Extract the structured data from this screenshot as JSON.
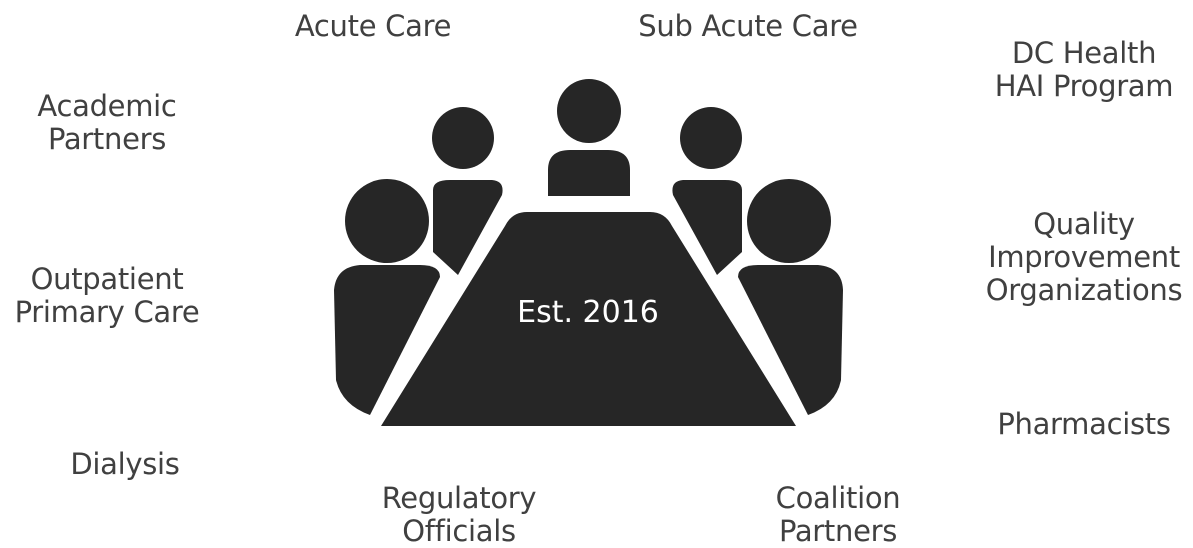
{
  "center_label": "Est. 2016",
  "colors": {
    "icon": "#262626",
    "text": "#404040",
    "center_text": "#ffffff"
  },
  "icon": "meeting-table-icon",
  "stakeholders": {
    "acute_care": [
      "Acute Care"
    ],
    "sub_acute_care": [
      "Sub Acute Care"
    ],
    "dc_health": [
      "DC Health",
      "HAI Program"
    ],
    "academic_partners": [
      "Academic",
      "Partners"
    ],
    "quality_improvement": [
      "Quality",
      "Improvement",
      "Organizations"
    ],
    "outpatient_primary_care": [
      "Outpatient",
      "Primary Care"
    ],
    "pharmacists": [
      "Pharmacists"
    ],
    "dialysis": [
      "Dialysis"
    ],
    "regulatory_officials": [
      "Regulatory",
      "Officials"
    ],
    "coalition_partners": [
      "Coalition",
      "Partners"
    ]
  }
}
